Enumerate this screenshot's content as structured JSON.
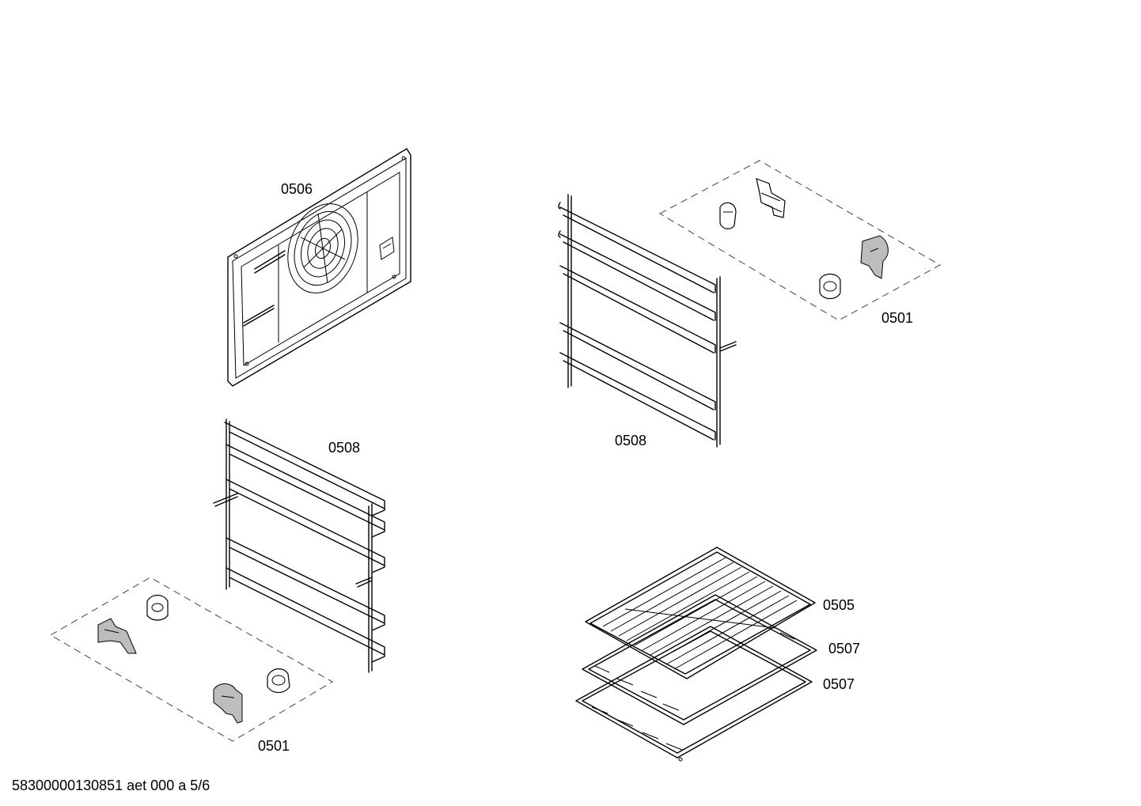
{
  "callouts": {
    "back_panel": "0506",
    "shelf_support_left": "0508",
    "shelf_support_right": "0508",
    "clips_top_right": "0501",
    "clips_bottom_left": "0501",
    "wire_rack": "0505",
    "tray_upper": "0507",
    "tray_lower": "0507"
  },
  "footer": "58300000130851 aet 000 a 5/6"
}
